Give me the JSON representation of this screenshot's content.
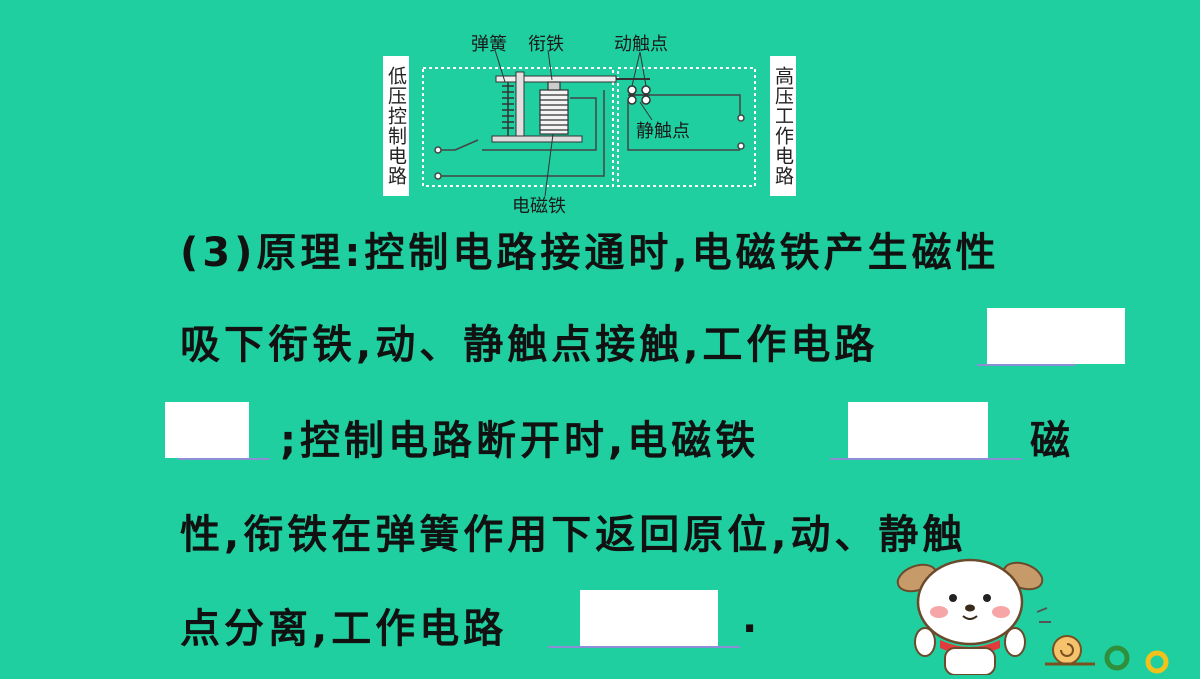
{
  "diagram": {
    "left_label": "低压控制电路",
    "right_label": "高压工作电路",
    "spring_label": "弹簧",
    "armature_label": "衔铁",
    "moving_contact_label": "动触点",
    "static_contact_label": "静触点",
    "electromagnet_label": "电磁铁"
  },
  "text": {
    "line1": "(3)原理:控制电路接通时,电磁铁产生磁性",
    "line2": "吸下衔铁,动、静触点接触,工作电路",
    "line3a": ";控制电路断开时,电磁铁",
    "line3b": "磁",
    "line4": "性,衔铁在弹簧作用下返回原位,动、静触",
    "line5a": "点分离,工作电路",
    "line5b": "."
  },
  "colors": {
    "background": "#1fcfa0",
    "blank": "#ffffff",
    "underline": "#8d8fd6"
  }
}
